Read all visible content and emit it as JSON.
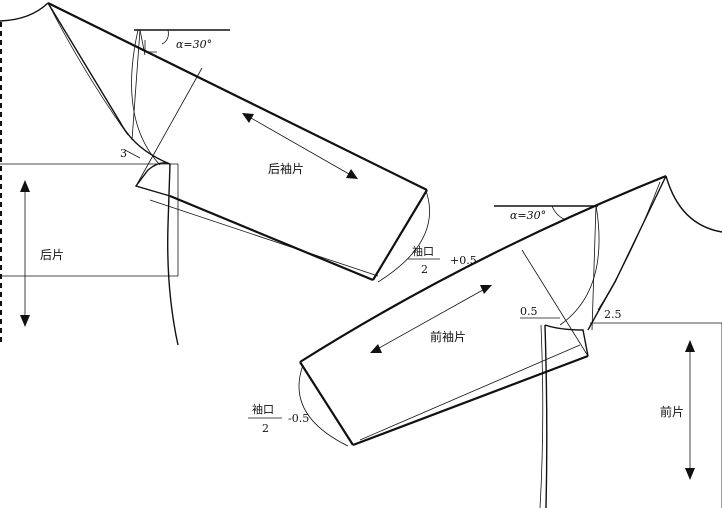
{
  "labels": {
    "alpha_top": "α=30°",
    "alpha_right": "α=30°",
    "back_sleeve": "后袖片",
    "front_sleeve": "前袖片",
    "back_piece": "后片",
    "front_piece": "前片",
    "cuff_top_numerator": "袖口",
    "cuff_top_denominator": "2",
    "cuff_top_offset": "+0.5",
    "cuff_bottom_numerator": "袖口",
    "cuff_bottom_denominator": "2",
    "cuff_bottom_offset": "-0.5",
    "dim_3": "3",
    "dim_05": "0.5",
    "dim_25": "2.5"
  },
  "colors": {
    "ink": "#111111",
    "paper": "#ffffff"
  }
}
